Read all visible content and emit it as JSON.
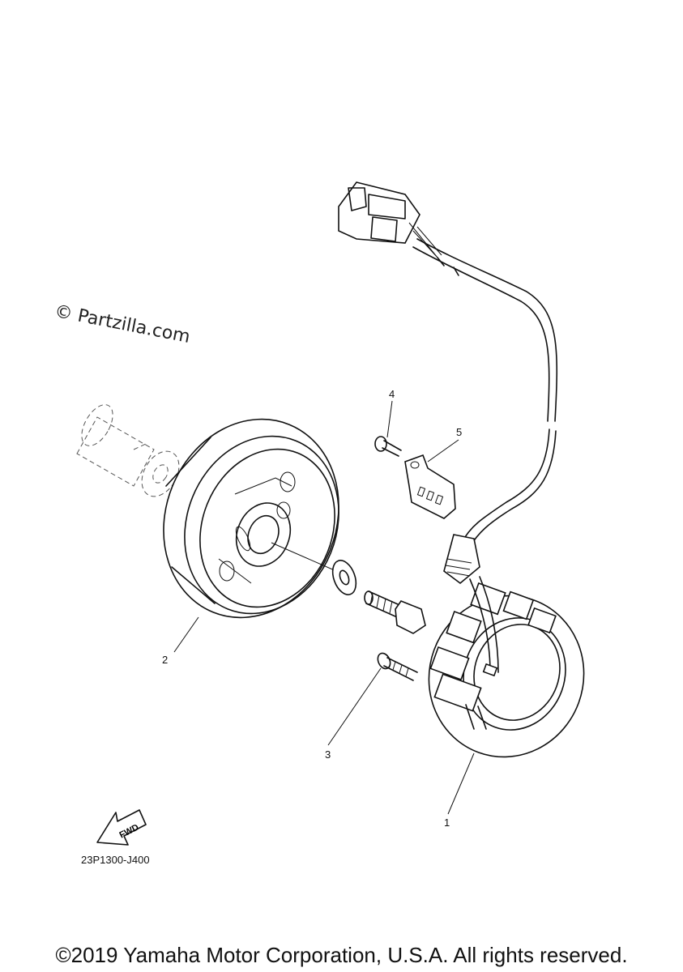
{
  "watermark": "© Partzilla.com",
  "callouts": {
    "c1": "1",
    "c2": "2",
    "c3": "3",
    "c4": "4",
    "c5": "5"
  },
  "fwd_label": "FWD",
  "part_code": "23P1300-J400",
  "copyright": "©2019 Yamaha Motor Corporation, U.S.A. All rights reserved."
}
